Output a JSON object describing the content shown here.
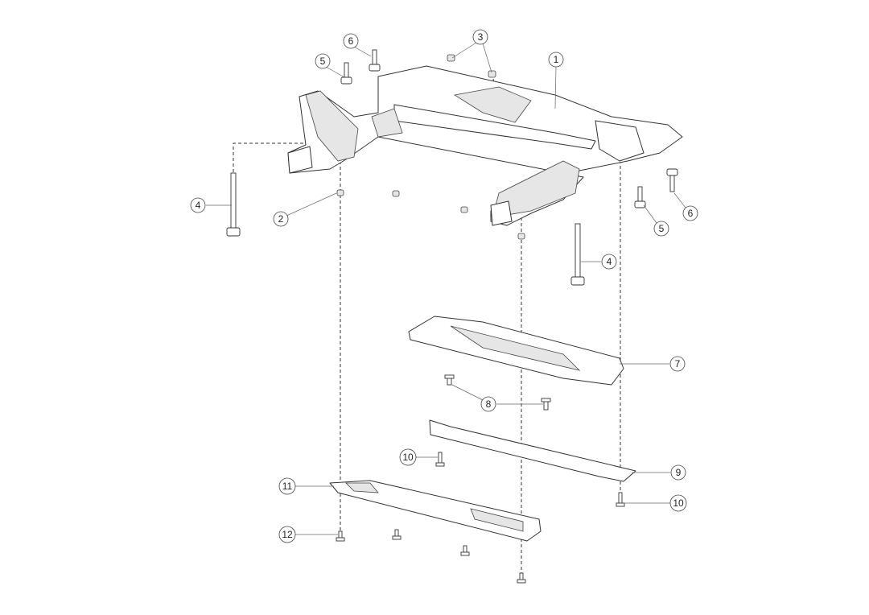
{
  "diagram": {
    "type": "exploded parts diagram",
    "callouts": [
      "1",
      "2",
      "3",
      "4",
      "4",
      "5",
      "5",
      "6",
      "6",
      "7",
      "8",
      "9",
      "10",
      "10",
      "11",
      "12"
    ]
  }
}
